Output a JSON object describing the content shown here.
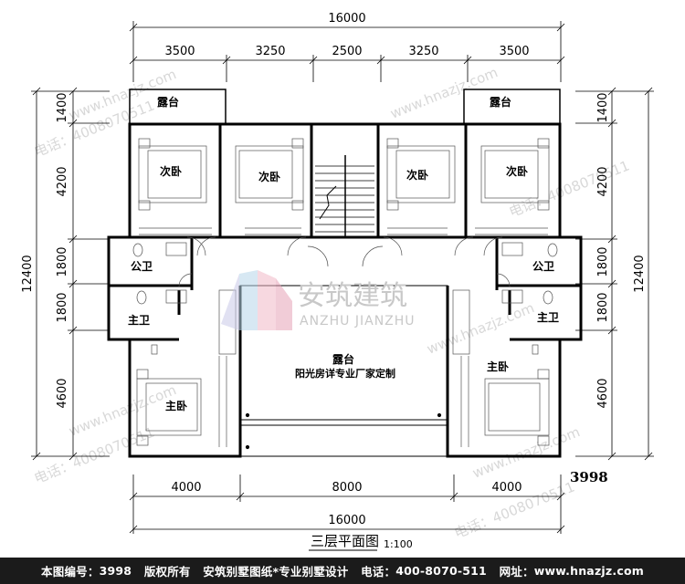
{
  "dimensions": {
    "top_total": "16000",
    "top_segments": [
      "3500",
      "3250",
      "2500",
      "3250",
      "3500"
    ],
    "bottom_segments": [
      "4000",
      "8000",
      "4000"
    ],
    "bottom_total": "16000",
    "side_segments": [
      "1400",
      "4200",
      "1800",
      "1800",
      "4600"
    ],
    "side_total": "12400"
  },
  "rooms": {
    "balcony": "露台",
    "second_bedroom": "次卧",
    "public_bath": "公卫",
    "master_bath": "主卫",
    "master_bedroom": "主卧",
    "terrace": "露台",
    "terrace_note": "阳光房详专业厂家定制"
  },
  "plan_number": "3998",
  "title": {
    "name": "三层平面图",
    "scale": "1:100"
  },
  "watermark": {
    "logo_cn": "安筑建筑",
    "logo_en": "ANZHU JIANZHU",
    "site": "www.hnazjz.com",
    "phone": "电话：4008070511"
  },
  "footer": {
    "number_label": "本图编号：",
    "number": "3998",
    "copyright": "版权所有",
    "brand": "安筑别墅图纸*专业别墅设计",
    "phone_label": "电话：",
    "phone": "400-8070-511",
    "site_label": "网址：",
    "site": "www.hnazjz.com"
  }
}
